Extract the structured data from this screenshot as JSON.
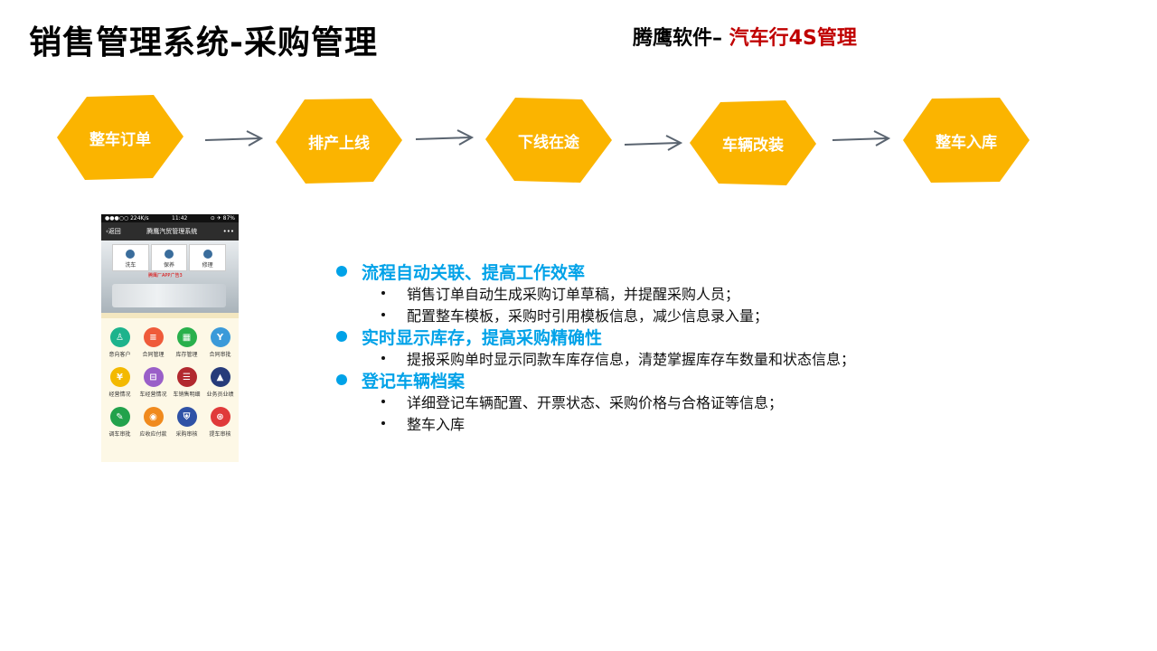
{
  "title": "销售管理系统-采购管理",
  "brand": {
    "prefix": "腾鹰软件– ",
    "highlight": "汽车行4S管理"
  },
  "flow": [
    "整车订单",
    "排产上线",
    "下线在途",
    "车辆改装",
    "整车入库"
  ],
  "colors": {
    "hex": "#fbb400",
    "accent": "#00a2e8",
    "brand_red": "#c00000"
  },
  "phone": {
    "status_left": "●●●○○ 224K/s",
    "status_time": "11:42",
    "status_right": "⊙ ✈ 87%",
    "back": "‹返回",
    "nav_title": "腾鹰汽贸管理系统",
    "more": "•••",
    "banner_items": [
      "洗车",
      "保养",
      "修理"
    ],
    "banner_ad": "腾鹰厂APP广告3",
    "apps": [
      {
        "name": "意向客户",
        "color": "#1db38c",
        "icon": "user-icon",
        "glyph": "♙"
      },
      {
        "name": "合同管理",
        "color": "#ef5b3a",
        "icon": "document-icon",
        "glyph": "≡"
      },
      {
        "name": "库存管理",
        "color": "#29b04c",
        "icon": "boxes-icon",
        "glyph": "▦"
      },
      {
        "name": "合同审批",
        "color": "#3b9ad9",
        "icon": "fork-icon",
        "glyph": "Y"
      },
      {
        "name": "经营情况",
        "color": "#f3b900",
        "icon": "money-icon",
        "glyph": "¥"
      },
      {
        "name": "车经营情况",
        "color": "#9a5fc8",
        "icon": "car-icon",
        "glyph": "⊟"
      },
      {
        "name": "车销售明细",
        "color": "#b2292f",
        "icon": "list-icon",
        "glyph": "☰"
      },
      {
        "name": "业务员业绩",
        "color": "#263b7a",
        "icon": "bar-chart-icon",
        "glyph": "▲"
      },
      {
        "name": "调车审批",
        "color": "#22a24b",
        "icon": "edit-icon",
        "glyph": "✎"
      },
      {
        "name": "应收应付款",
        "color": "#f08a1d",
        "icon": "coins-icon",
        "glyph": "◉"
      },
      {
        "name": "采购审核",
        "color": "#2f52a6",
        "icon": "shield-icon",
        "glyph": "⛨"
      },
      {
        "name": "提车审核",
        "color": "#e03a3a",
        "icon": "car-check-icon",
        "glyph": "⊛"
      }
    ]
  },
  "sections": [
    {
      "heading": "流程自动关联、提高工作效率",
      "items": [
        "销售订单自动生成采购订单草稿，并提醒采购人员；",
        "配置整车模板，采购时引用模板信息，减少信息录入量；"
      ]
    },
    {
      "heading": "实时显示库存，提高采购精确性",
      "items": [
        "提报采购单时显示同款车库存信息，清楚掌握库存车数量和状态信息；"
      ]
    },
    {
      "heading": "登记车辆档案",
      "items": [
        "详细登记车辆配置、开票状态、采购价格与合格证等信息；",
        "整车入库"
      ]
    }
  ]
}
